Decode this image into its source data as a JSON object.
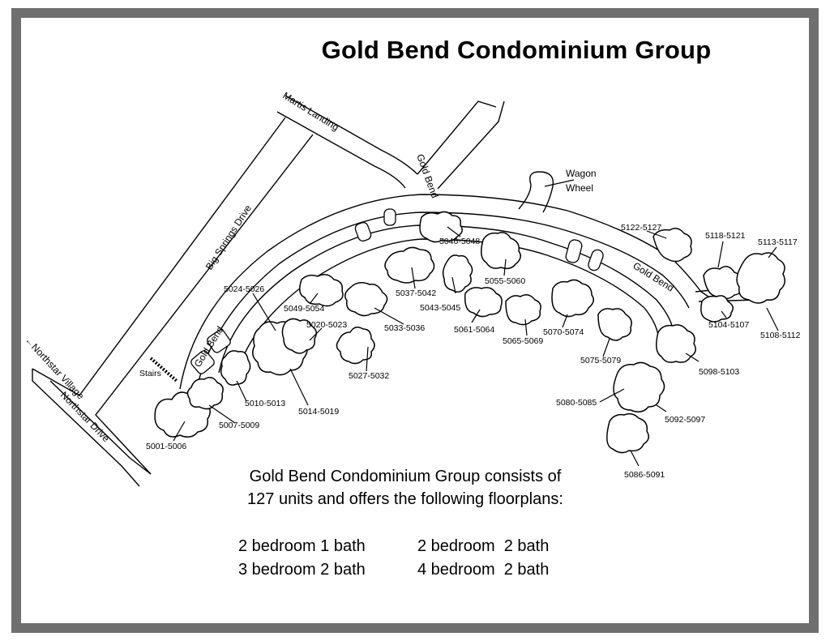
{
  "title": "Gold Bend Condominium Group",
  "roads": {
    "martis_landing": "Martis Landing",
    "gold_bend_upper": "Gold Bend",
    "big_springs_drive": "Big Springs Drive",
    "wagon_wheel_line1": "Wagon",
    "wagon_wheel_line2": "Wheel",
    "gold_bend_right": "Gold Bend",
    "gold_bend_left": "Gold Bend",
    "northstar_village": "←Northstar Village",
    "northstar_drive": "Northstar Drive",
    "stairs": "Stairs"
  },
  "units": [
    "5001-5006",
    "5007-5009",
    "5010-5013",
    "5014-5019",
    "5020-5023",
    "5024-5026",
    "5027-5032",
    "5033-5036",
    "5037-5042",
    "5043-5045",
    "5046-5048",
    "5049-5054",
    "5055-5060",
    "5061-5064",
    "5065-5069",
    "5070-5074",
    "5075-5079",
    "5080-5085",
    "5086-5091",
    "5092-5097",
    "5098-5103",
    "5104-5107",
    "5108-5112",
    "5113-5117",
    "5118-5121",
    "5122-5127"
  ],
  "description": {
    "line1": "Gold Bend Condominium Group consists of",
    "line2": "127 units and offers the following floorplans:"
  },
  "floorplans": {
    "left": [
      "2 bedroom 1 bath",
      "3 bedroom 2 bath"
    ],
    "right": [
      "2 bedroom  2 bath",
      "4 bedroom  2 bath"
    ]
  }
}
